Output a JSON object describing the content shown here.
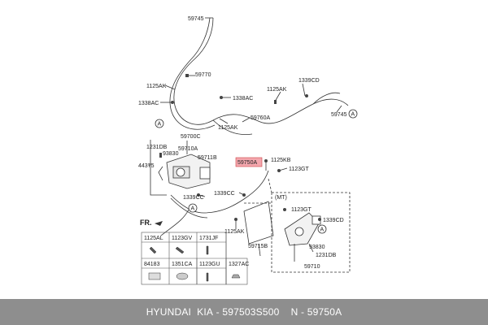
{
  "callouts": {
    "c59745_top": "59745",
    "c59770": "59770",
    "c1125AK_left": "1125AK",
    "c1338AC_left": "1338AC",
    "c1338AC_mid": "1338AC",
    "c1125AK_mid": "1125AK",
    "c1125AK_right": "1125AK",
    "c1339CD_top": "1339CD",
    "c59745_right": "59745",
    "c59760A": "59760A",
    "c59700C": "59700C",
    "c1231DB_left": "1231DB",
    "c93830_left": "93830",
    "c59710A": "59710A",
    "c59711B": "59711B",
    "c44375": "44375",
    "c59750A": "59750A",
    "c1125KB": "1125KB",
    "c1123GT_mid": "1123GT",
    "c1339CC_left": "1339CC",
    "c1339CC_mid": "1339CC",
    "c1125AK_low": "1125AK",
    "c59715B": "59715B",
    "mt_label": "(MT)",
    "c1123GT_mt": "1123GT",
    "c1339CD_mt": "1339CD",
    "c93830_mt": "93830",
    "c1231DB_mt": "1231DB",
    "c59710": "59710",
    "fr_label": "FR."
  },
  "markers": {
    "A": "A"
  },
  "parts_table": {
    "row1": [
      "1125AL",
      "1123GV",
      "1731JF"
    ],
    "row2": [
      "84183",
      "1351CA",
      "1123GU",
      "1327AC"
    ]
  },
  "footer": {
    "brand": "HYUNDAI  KIA",
    "part_number": "597503S500",
    "callout_ref": "N - 59750A",
    "separator": " - "
  },
  "colors": {
    "highlight": "#f4a7ae",
    "footer_bg": "#8e8e8e",
    "line": "#333333"
  }
}
